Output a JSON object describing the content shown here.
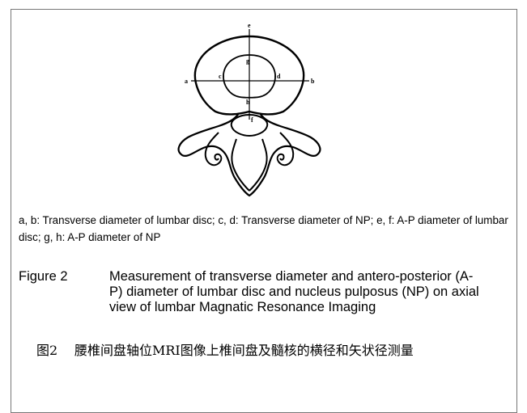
{
  "diagram": {
    "point_labels": [
      "a",
      "b",
      "c",
      "d",
      "e",
      "f",
      "g",
      "h"
    ]
  },
  "legend": {
    "text": "a, b: Transverse diameter of lumbar disc; c, d: Transverse diameter of NP; e, f: A-P diameter of lumbar disc; g, h: A-P diameter of NP"
  },
  "caption_en": {
    "label": "Figure 2",
    "text": "Measurement of transverse diameter and antero-posterior (A-P) diameter of lumbar disc and nucleus pulposus (NP) on axial view of lumbar Magnatic Resonance Imaging"
  },
  "caption_zh": {
    "label": "图2",
    "text": "腰椎间盘轴位MRI图像上椎间盘及髓核的横径和矢状径测量"
  }
}
